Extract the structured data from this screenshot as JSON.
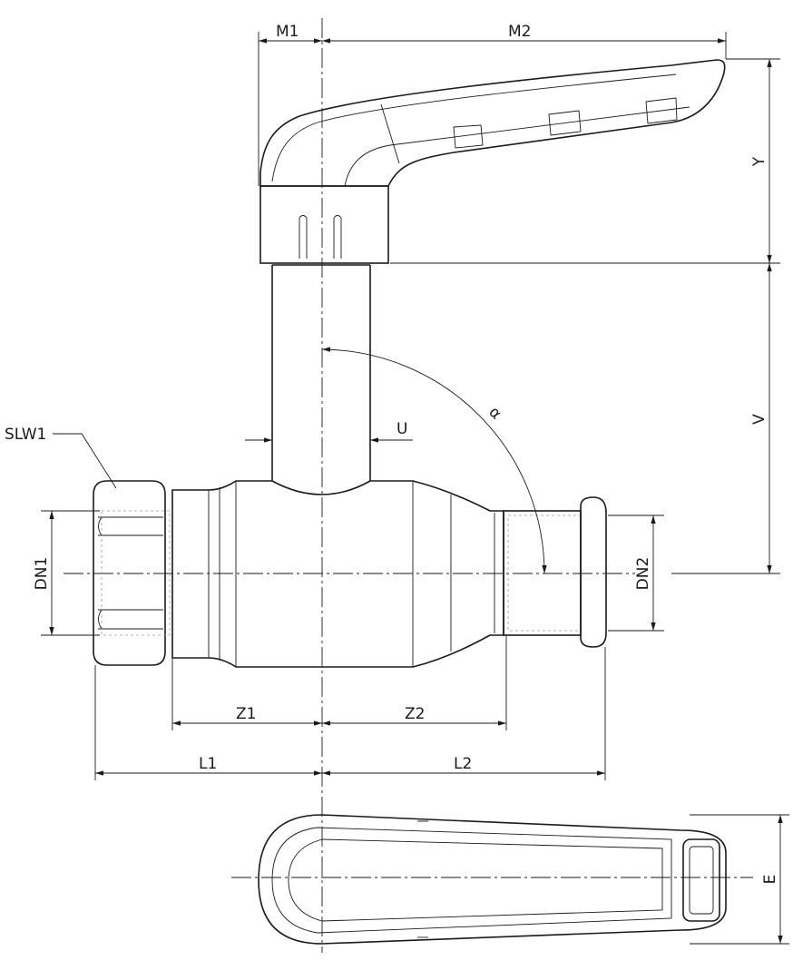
{
  "labels": {
    "m1": "M1",
    "m2": "M2",
    "y": "Y",
    "v": "V",
    "u": "U",
    "alpha": "α",
    "slw1": "SLW1",
    "dn1": "DN1",
    "dn2": "DN2",
    "z1": "Z1",
    "z2": "Z2",
    "l1": "L1",
    "l2": "L2",
    "e": "E"
  }
}
